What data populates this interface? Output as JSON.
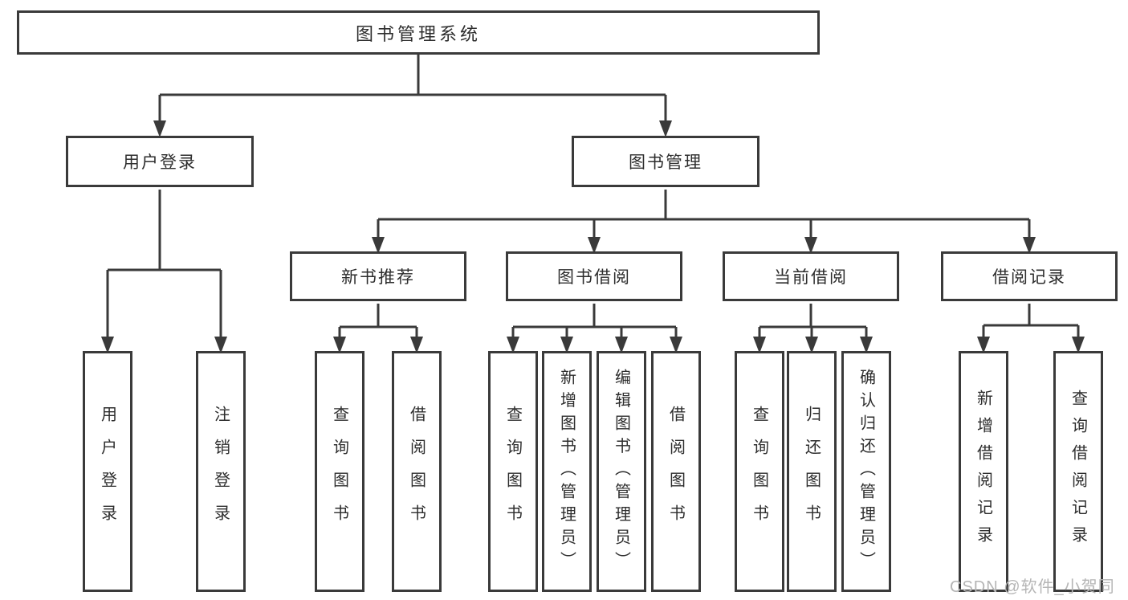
{
  "tree": {
    "root": {
      "label": "图书管理系统"
    },
    "branches": [
      {
        "label": "用户登录",
        "children": [
          {
            "label": "用户登录"
          },
          {
            "label": "注销登录"
          }
        ]
      },
      {
        "label": "图书管理",
        "children": [
          {
            "label": "新书推荐",
            "children": [
              {
                "label": "查询图书"
              },
              {
                "label": "借阅图书"
              }
            ]
          },
          {
            "label": "图书借阅",
            "children": [
              {
                "label": "查询图书"
              },
              {
                "label": "新增图书（管理员）"
              },
              {
                "label": "编辑图书（管理员）"
              },
              {
                "label": "借阅图书"
              }
            ]
          },
          {
            "label": "当前借阅",
            "children": [
              {
                "label": "查询图书"
              },
              {
                "label": "归还图书"
              },
              {
                "label": "确认归还（管理员）"
              }
            ]
          },
          {
            "label": "借阅记录",
            "children": [
              {
                "label": "新增借阅记录"
              },
              {
                "label": "查询借阅记录"
              }
            ]
          }
        ]
      }
    ]
  },
  "watermark": {
    "text": "CSDN @软件_小贺同学"
  },
  "colors": {
    "line": "#3a3a3a",
    "box_border": "#3a3a3a",
    "box_fill": "#ffffff",
    "text": "#2d2d2d",
    "watermark": "#b5b5b5",
    "background": "#ffffff"
  }
}
